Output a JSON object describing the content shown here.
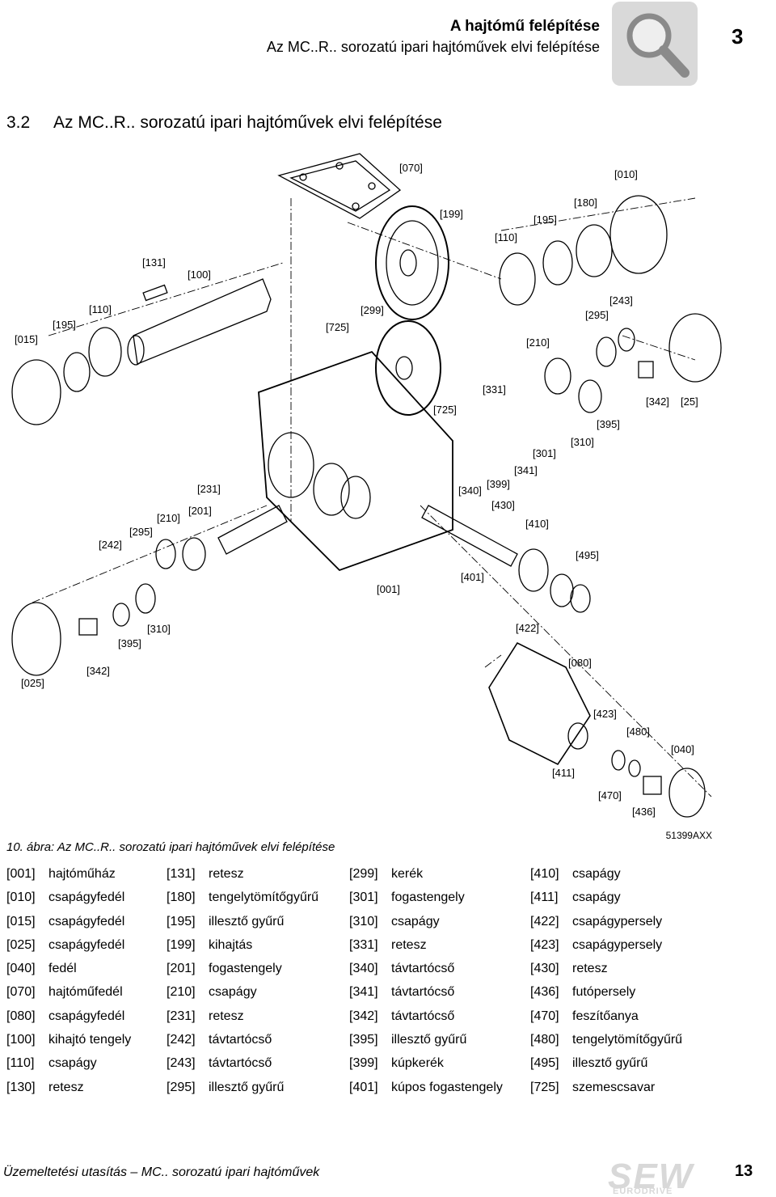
{
  "header": {
    "title": "A hajtómű felépítése",
    "subtitle": "Az MC..R.. sorozatú ipari hajtóművek elvi felépítése",
    "chapter": "3",
    "icon": "magnifier-icon"
  },
  "section": {
    "number": "3.2",
    "title": "Az MC..R.. sorozatú ipari hajtóművek elvi felépítése"
  },
  "figure": {
    "labels": [
      "[070]",
      "[010]",
      "[199]",
      "[180]",
      "[195]",
      "[110]",
      "[131]",
      "[100]",
      "[110]",
      "[195]",
      "[015]",
      "[725]",
      "[299]",
      "[243]",
      "[295]",
      "[210]",
      "[331]",
      "[725]",
      "[342]",
      "[25]",
      "[395]",
      "[310]",
      "[301]",
      "[341]",
      "[399]",
      "[340]",
      "[231]",
      "[430]",
      "[201]",
      "[210]",
      "[410]",
      "[295]",
      "[242]",
      "[495]",
      "[401]",
      "[001]",
      "[310]",
      "[395]",
      "[422]",
      "[080]",
      "[025]",
      "[342]",
      "[423]",
      "[480]",
      "[040]",
      "[411]",
      "[470]",
      "[436]"
    ],
    "caption": "10. ábra: Az MC..R.. sorozatú ipari hajtóművek elvi felépítése",
    "code": "51399AXX"
  },
  "legend": [
    [
      {
        "code": "[001]",
        "name": "hajtóműház"
      },
      {
        "code": "[131]",
        "name": "retesz"
      },
      {
        "code": "[299]",
        "name": "kerék"
      },
      {
        "code": "[410]",
        "name": "csapágy"
      }
    ],
    [
      {
        "code": "[010]",
        "name": "csapágyfedél"
      },
      {
        "code": "[180]",
        "name": "tengelytömítőgyűrű"
      },
      {
        "code": "[301]",
        "name": "fogastengely"
      },
      {
        "code": "[411]",
        "name": "csapágy"
      }
    ],
    [
      {
        "code": "[015]",
        "name": "csapágyfedél"
      },
      {
        "code": "[195]",
        "name": "illesztő gyűrű"
      },
      {
        "code": "[310]",
        "name": "csapágy"
      },
      {
        "code": "[422]",
        "name": "csapágypersely"
      }
    ],
    [
      {
        "code": "[025]",
        "name": "csapágyfedél"
      },
      {
        "code": "[199]",
        "name": "kihajtás"
      },
      {
        "code": "[331]",
        "name": "retesz"
      },
      {
        "code": "[423]",
        "name": "csapágypersely"
      }
    ],
    [
      {
        "code": "[040]",
        "name": "fedél"
      },
      {
        "code": "[201]",
        "name": "fogastengely"
      },
      {
        "code": "[340]",
        "name": "távtartócső"
      },
      {
        "code": "[430]",
        "name": "retesz"
      }
    ],
    [
      {
        "code": "[070]",
        "name": "hajtóműfedél"
      },
      {
        "code": "[210]",
        "name": "csapágy"
      },
      {
        "code": "[341]",
        "name": "távtartócső"
      },
      {
        "code": "[436]",
        "name": "futópersely"
      }
    ],
    [
      {
        "code": "[080]",
        "name": "csapágyfedél"
      },
      {
        "code": "[231]",
        "name": "retesz"
      },
      {
        "code": "[342]",
        "name": "távtartócső"
      },
      {
        "code": "[470]",
        "name": "feszítőanya"
      }
    ],
    [
      {
        "code": "[100]",
        "name": "kihajtó tengely"
      },
      {
        "code": "[242]",
        "name": "távtartócső"
      },
      {
        "code": "[395]",
        "name": "illesztő gyűrű"
      },
      {
        "code": "[480]",
        "name": "tengelytömítőgyűrű"
      }
    ],
    [
      {
        "code": "[110]",
        "name": "csapágy"
      },
      {
        "code": "[243]",
        "name": "távtartócső"
      },
      {
        "code": "[399]",
        "name": "kúpkerék"
      },
      {
        "code": "[495]",
        "name": "illesztő gyűrű"
      }
    ],
    [
      {
        "code": "[130]",
        "name": "retesz"
      },
      {
        "code": "[295]",
        "name": "illesztő gyűrű"
      },
      {
        "code": "[401]",
        "name": "kúpos fogastengely"
      },
      {
        "code": "[725]",
        "name": "szemescsavar"
      }
    ]
  ],
  "footer": {
    "left": "Üzemeltetési utasítás – MC.. sorozatú ipari hajtóművek",
    "logo": "SEW",
    "logo_sub": "EURODRIVE",
    "page": "13"
  }
}
